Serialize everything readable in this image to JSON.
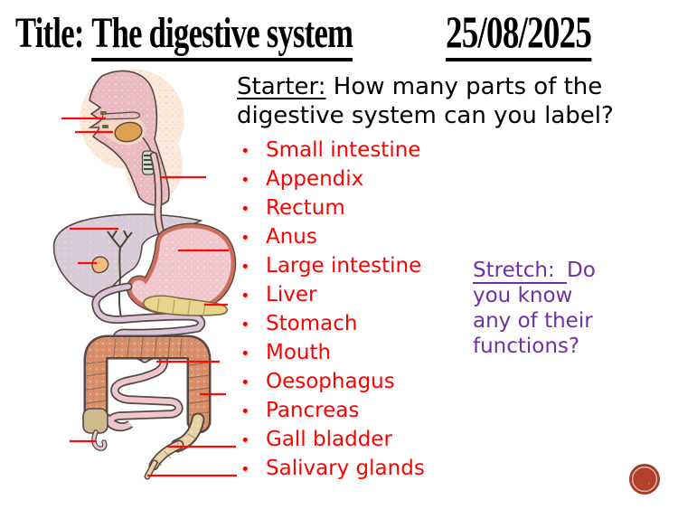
{
  "title": {
    "prefix": "Title:",
    "main": "The digestive system",
    "date": "25/08/2025"
  },
  "starter": {
    "label": "Starter:",
    "text": " How many parts of the digestive system can you label?"
  },
  "labels_list": {
    "bullet": "•",
    "items": [
      "Small intestine",
      "Appendix",
      "Rectum",
      "Anus",
      "Large intestine",
      "Liver",
      "Stomach",
      "Mouth",
      "Oesophagus",
      "Pancreas",
      "Gall bladder",
      "Salivary glands"
    ]
  },
  "stretch": {
    "label": "Stretch: ",
    "line1": "Do",
    "lines": [
      "you know",
      "any of their",
      "functions?"
    ]
  },
  "colors": {
    "list_red": "#ff0000",
    "label_line_red": "#ff0a0a",
    "stretch_purple": "#7030a0",
    "title_black": "#000000",
    "logo_outer_red": "#aa3a25",
    "logo_ring": "#d9c0ae",
    "logo_inner_red": "#b5402a"
  }
}
